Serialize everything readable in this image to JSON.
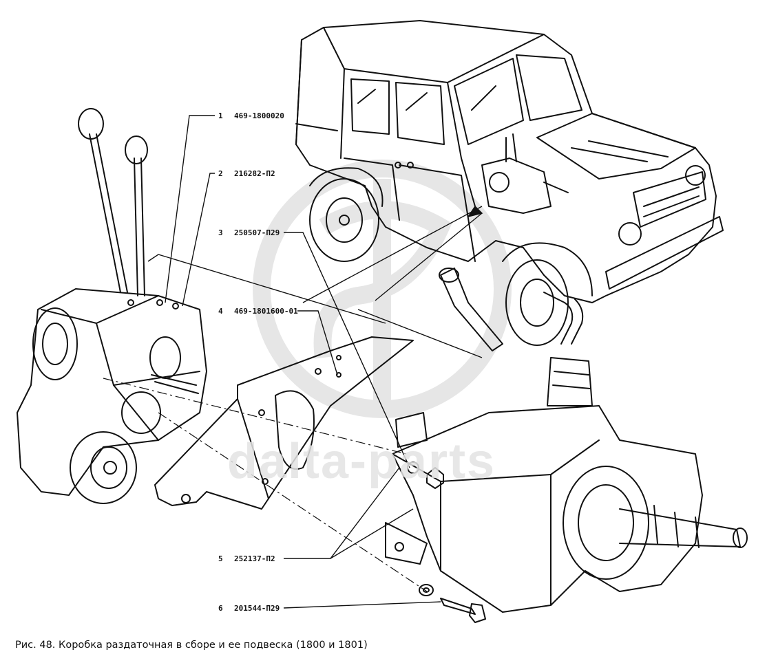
{
  "callouts": [
    {
      "num": "1",
      "part": "469-1800020"
    },
    {
      "num": "2",
      "part": "216282-П2"
    },
    {
      "num": "3",
      "part": "250507-П29"
    },
    {
      "num": "4",
      "part": "469-1801600-01"
    },
    {
      "num": "5",
      "part": "252137-П2"
    },
    {
      "num": "6",
      "part": "201544-П29"
    }
  ],
  "caption": "Рис. 48. Коробка раздаточная в сборе и ее подвеска (1800 и 1801)",
  "watermark": "dalta-parts"
}
